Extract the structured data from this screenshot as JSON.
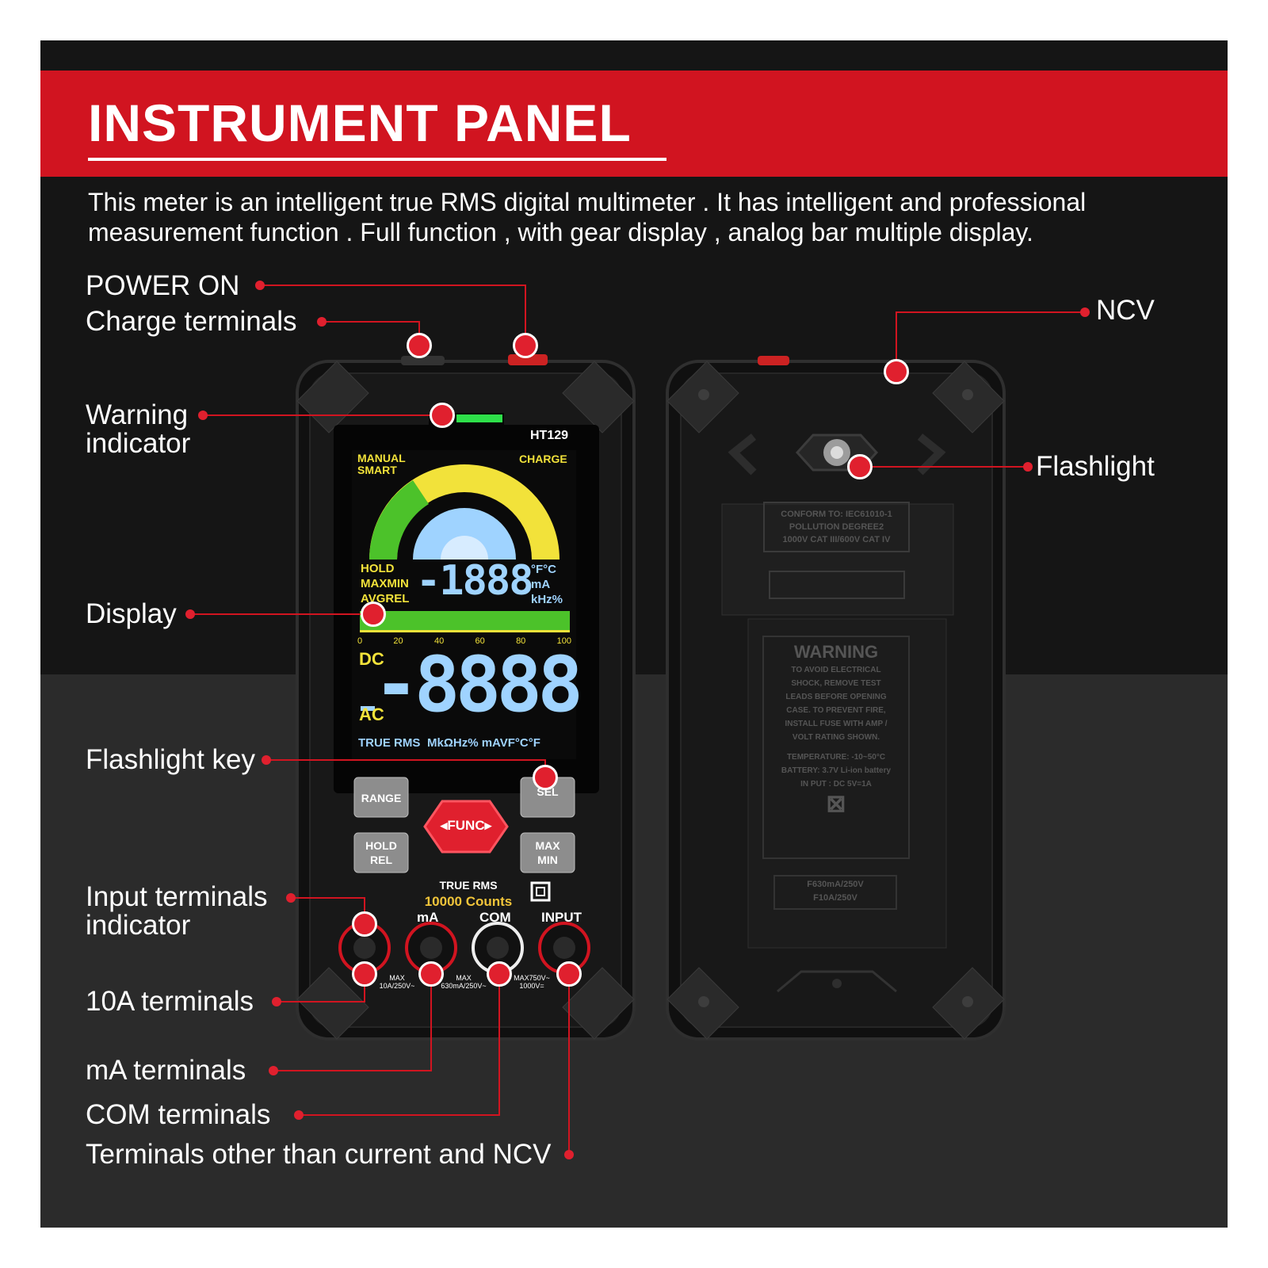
{
  "header": {
    "title": "INSTRUMENT PANEL"
  },
  "intro": {
    "line1": "This meter is an intelligent true RMS digital multimeter . It has intelligent and professional",
    "line2": "measurement function . Full function , with gear display , analog bar multiple display."
  },
  "labels": {
    "power_on": "POWER ON",
    "charge_terminals": "Charge terminals",
    "warning_1": "Warning",
    "warning_2": "indicator",
    "display": "Display",
    "flashlight_key": "Flashlight key",
    "input_1": "Input terminals",
    "input_2": "indicator",
    "ten_a": "10A terminals",
    "ma_terminals": "mA terminals",
    "com_terminals": "COM terminals",
    "other_terminals": "Terminals other than current and NCV",
    "ncv": "NCV",
    "flashlight": "Flashlight"
  },
  "meter": {
    "model": "HT129",
    "manual": "MANUAL",
    "smart": "SMART",
    "charge": "CHARGE",
    "hold": "HOLD",
    "maxmin": "MAXMIN",
    "avgrel": "AVGREL",
    "top_digits": "-1888",
    "units_top": "°F°C",
    "units_ma": "mA",
    "units_khz": "kHz%",
    "scale": [
      "0",
      "20",
      "40",
      "60",
      "80",
      "100"
    ],
    "dc": "DC",
    "ac": "AC",
    "main_digits": "-8888",
    "true_rms_lcd": "TRUE RMS",
    "units_bottom": "MkΩHz%   mAVF°C°F",
    "btn_range": "RANGE",
    "btn_sel": "SEL",
    "btn_func": "FUNC",
    "btn_hold": "HOLD",
    "btn_rel": "REL",
    "btn_max": "MAX",
    "btn_min": "MIN",
    "true_rms": "TRUE RMS",
    "counts": "10000 Counts",
    "term_ma": "mA",
    "term_com": "COM",
    "term_input": "INPUT",
    "rating_10a": "MAX 10A/250V~",
    "rating_ma": "MAX 630mA/250V~",
    "rating_input": "MAX750V~ 1000V="
  },
  "back": {
    "conform_1": "CONFORM TO: IEC61010-1",
    "conform_2": "POLLUTION DEGREE2",
    "conform_3": "1000V CAT III/600V CAT IV",
    "warning_title": "WARNING",
    "warning_1": "TO AVOID ELECTRICAL",
    "warning_2": "SHOCK, REMOVE TEST",
    "warning_3": "LEADS BEFORE OPENING",
    "warning_4": "CASE. TO PREVENT FIRE,",
    "warning_5": "INSTALL FUSE WITH AMP /",
    "warning_6": "VOLT RATING SHOWN.",
    "temp": "TEMPERATURE: -10~50°C",
    "battery": "BATTERY: 3.7V Li-ion battery",
    "in_put": "IN PUT : DC 5V=1A",
    "fuse_1": "F630mA/250V",
    "fuse_2": "F10A/250V"
  },
  "colors": {
    "accent": "#d11420",
    "marker": "#e0202e",
    "lcd_blue": "#9fd3ff",
    "lcd_yellow": "#f2e23a",
    "lcd_green": "#4cc22a"
  }
}
